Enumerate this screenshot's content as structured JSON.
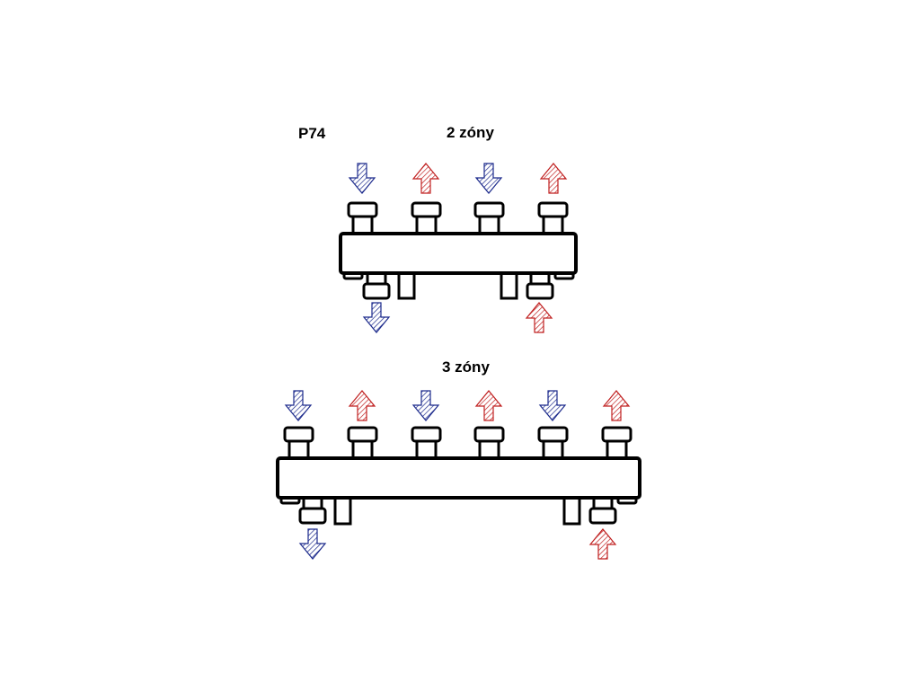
{
  "labels": {
    "model": "P74",
    "zone2": "2 zóny",
    "zone3": "3 zóny"
  },
  "colors": {
    "supply": "#1c2a8c",
    "return": "#c02020",
    "outline": "#000000"
  },
  "manifolds": [
    {
      "name": "2 zóny",
      "top_ports": [
        "down",
        "up",
        "down",
        "up"
      ],
      "bottom_ports": [
        "down",
        "up"
      ]
    },
    {
      "name": "3 zóny",
      "top_ports": [
        "down",
        "up",
        "down",
        "up",
        "down",
        "up"
      ],
      "bottom_ports": [
        "down",
        "up"
      ]
    }
  ]
}
